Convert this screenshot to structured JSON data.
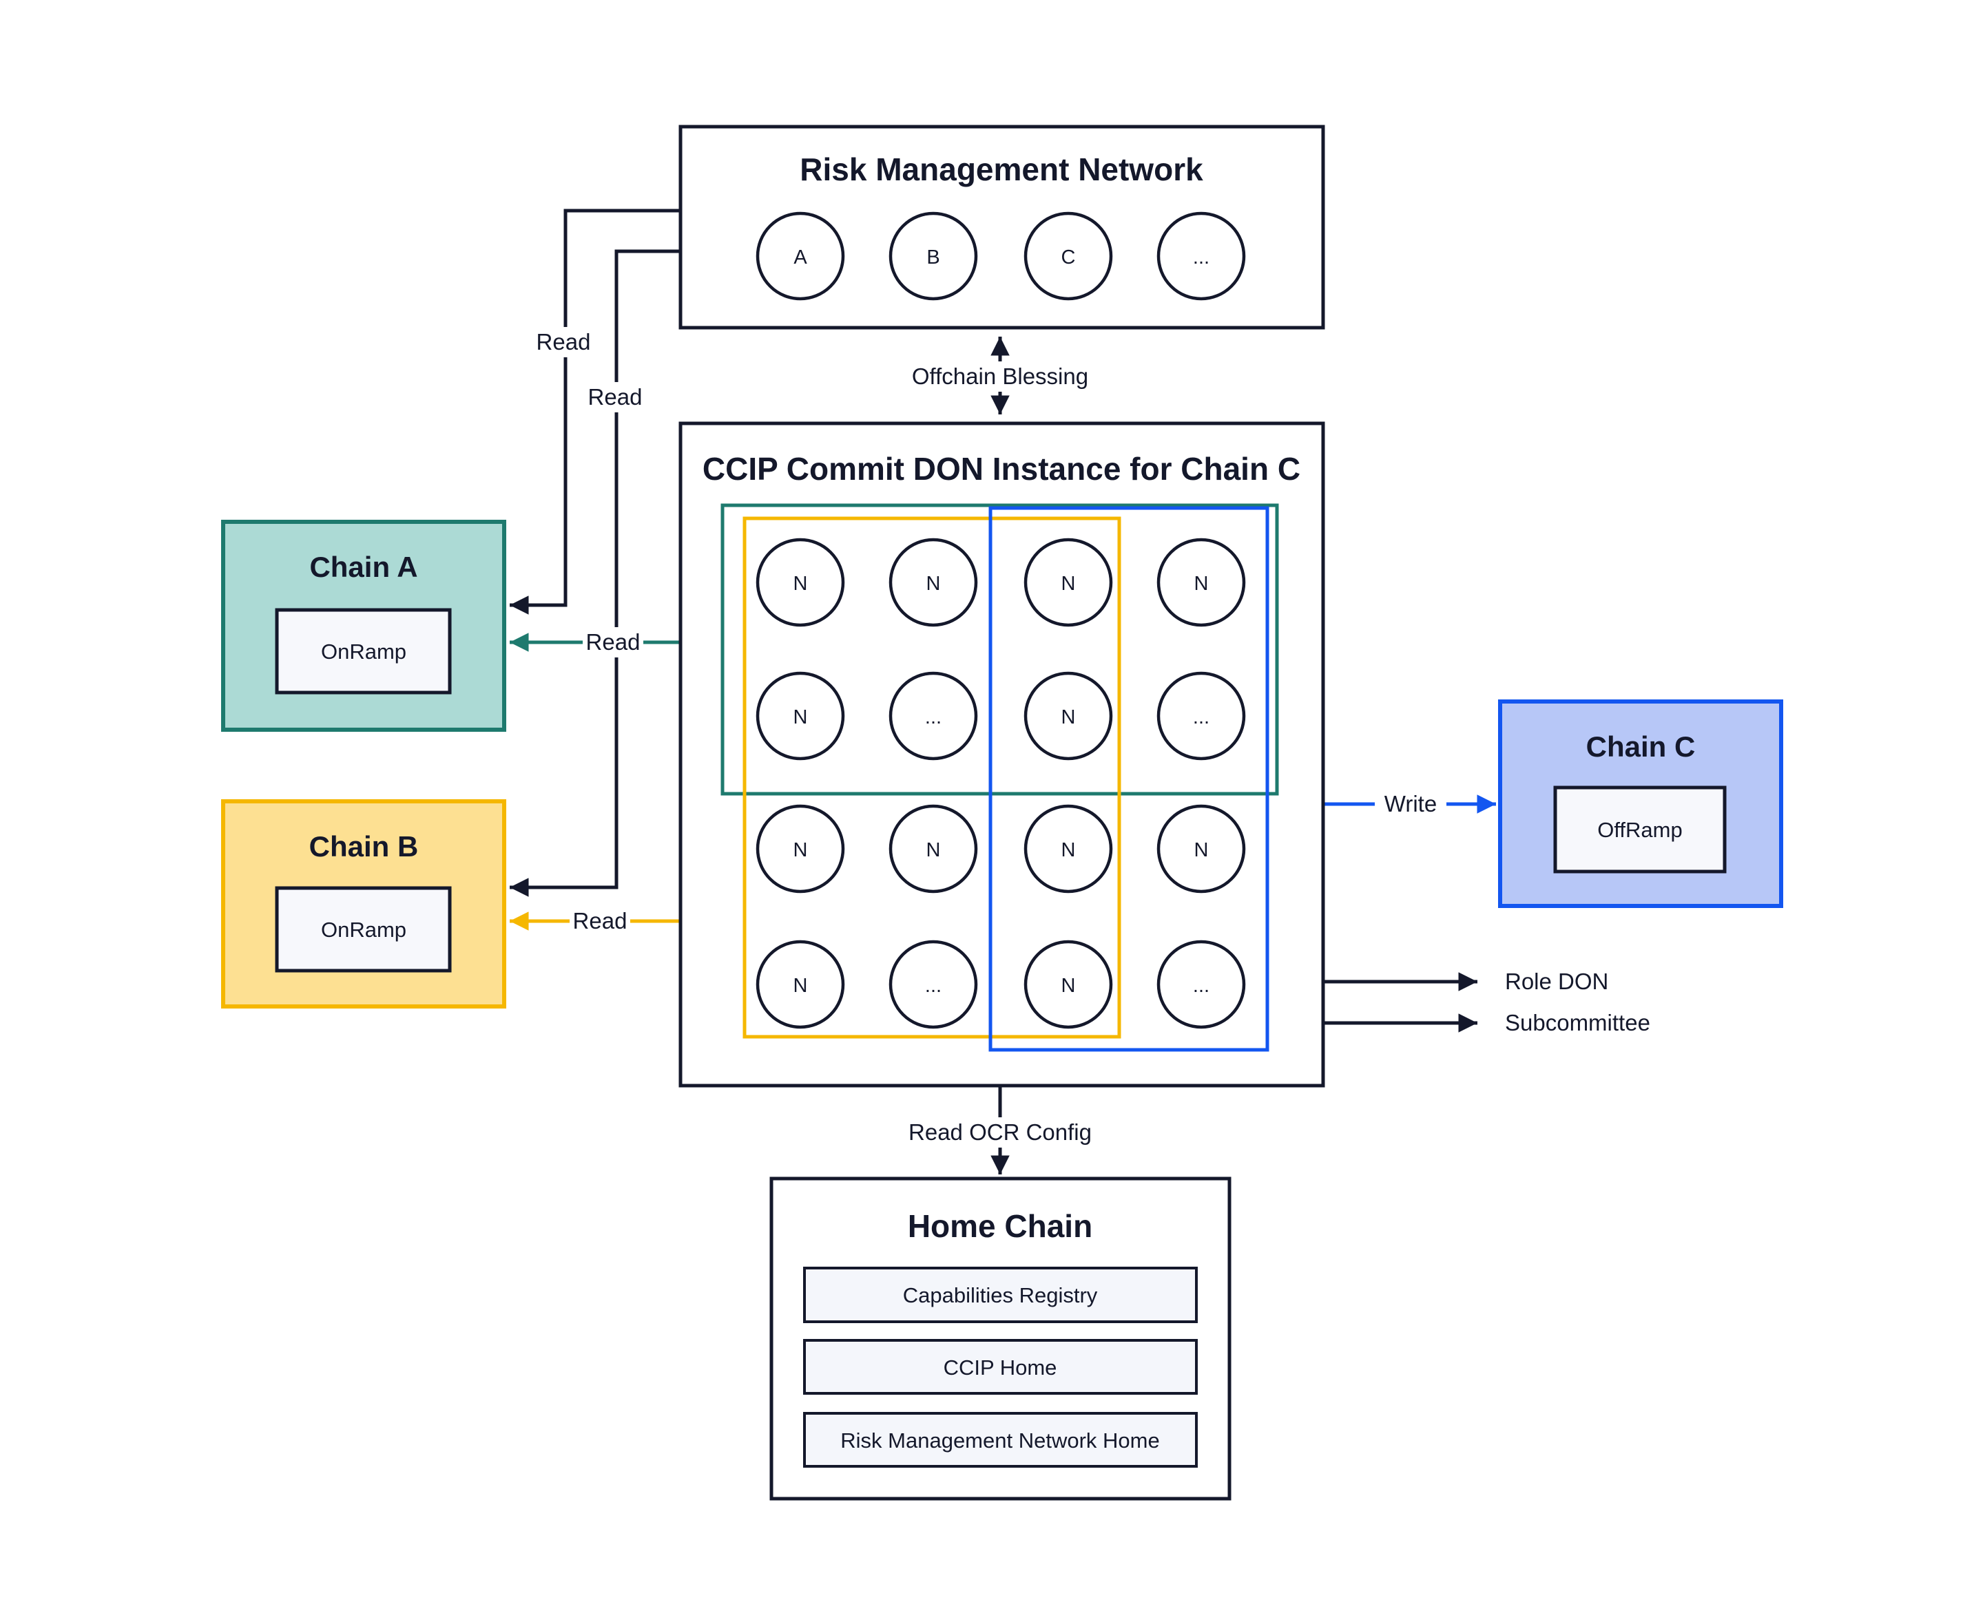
{
  "colors": {
    "navy": "#14182B",
    "teal_stroke": "#1E7A6E",
    "teal_fill": "#ACDAD5",
    "yellow_stroke": "#F5B700",
    "yellow_fill": "#FDE092",
    "blue_stroke": "#1356F0",
    "blue_fill": "#B7C7F7",
    "contract_fill": "#F7F8FC",
    "home_item_fill": "#F4F6FB",
    "background": "#FFFFFF"
  },
  "risk_management_network": {
    "title": "Risk Management Network",
    "nodes": [
      "A",
      "B",
      "C",
      "..."
    ]
  },
  "commit_don": {
    "title": "CCIP Commit DON Instance for Chain C",
    "grid": [
      "N",
      "N",
      "N",
      "N",
      "N",
      "...",
      "N",
      "...",
      "N",
      "N",
      "N",
      "N",
      "N",
      "...",
      "N",
      "..."
    ]
  },
  "chain_a": {
    "title": "Chain A",
    "contract": "OnRamp"
  },
  "chain_b": {
    "title": "Chain B",
    "contract": "OnRamp"
  },
  "chain_c": {
    "title": "Chain C",
    "contract": "OffRamp"
  },
  "home_chain": {
    "title": "Home Chain",
    "contracts": [
      "Capabilities Registry",
      "CCIP Home",
      "Risk Management Network Home"
    ]
  },
  "labels": {
    "offchain_blessing": "Offchain Blessing",
    "read_rmn_to_chain_a": "Read",
    "read_rmn_to_chain_b": "Read",
    "read_don_to_chain_a": "Read",
    "read_don_to_chain_b": "Read",
    "write": "Write",
    "role_don": "Role DON",
    "subcommittee": "Subcommittee",
    "read_ocr_config": "Read OCR Config"
  }
}
